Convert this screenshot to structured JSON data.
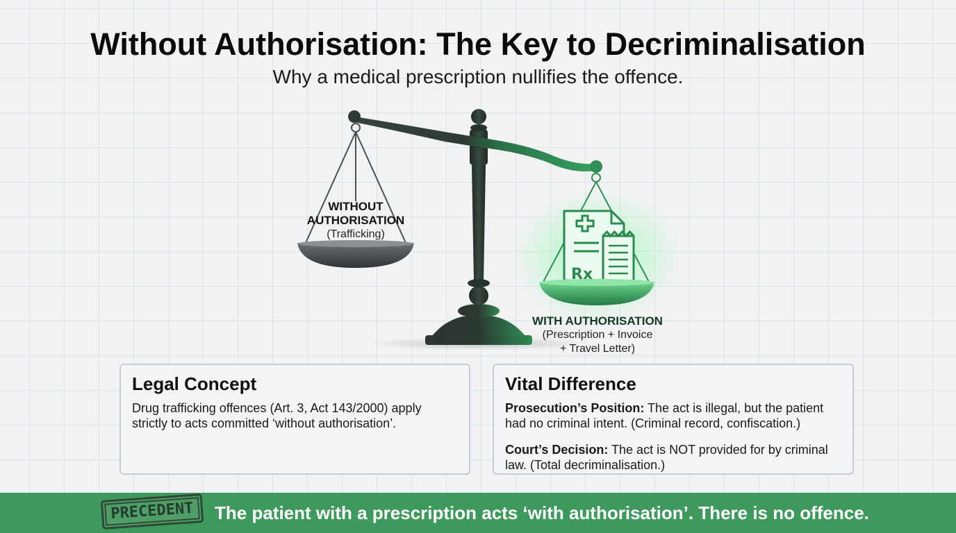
{
  "header": {
    "title": "Without Authorisation: The Key to Decriminalisation",
    "subtitle": "Why a medical prescription nullifies the offence."
  },
  "scale": {
    "left_pan": {
      "heading_line1": "WITHOUT",
      "heading_line2": "AUTHORISATION",
      "sub": "(Trafficking)"
    },
    "right_pan": {
      "heading": "WITH AUTHORISATION",
      "sub_line1": "(Prescription + Invoice",
      "sub_line2": "+ Travel Letter)"
    },
    "prescription_symbol": "Rx",
    "colors": {
      "beam_dark": "#2f3a33",
      "beam_green": "#2f8f55",
      "glow": "#3ddc6f",
      "pan_grey": "#4a4f52"
    }
  },
  "cards": {
    "legal": {
      "title": "Legal Concept",
      "body": "Drug trafficking offences (Art. 3, Act 143/2000) apply strictly to acts committed ‘without authorisation’."
    },
    "vital": {
      "title": "Vital Difference",
      "prosecution_label": "Prosecution’s Position:",
      "prosecution_text": " The act is illegal, but the patient had no criminal intent. (Criminal record, confiscation.)",
      "court_label": "Court’s Decision:",
      "court_text": " The act is NOT provided for by criminal law. (Total decriminalisation.)"
    }
  },
  "banner": {
    "stamp": "PRECEDENT",
    "text": "The patient with a prescription acts ‘with authorisation’. There is no offence.",
    "color": "#3e9a5c"
  }
}
